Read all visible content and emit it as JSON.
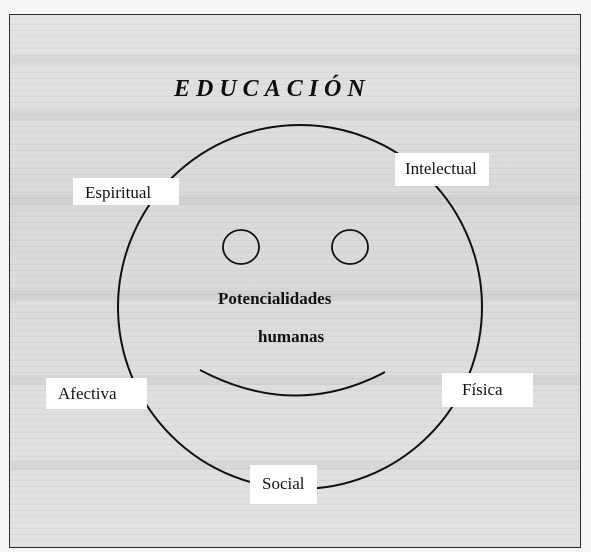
{
  "title": "EDUCACIÓN",
  "center": {
    "line1": "Potencialidades",
    "line2": "humanas"
  },
  "labels": {
    "intelectual": "Intelectual",
    "espiritual": "Espiritual",
    "afectiva": "Afectiva",
    "fisica": "Física",
    "social": "Social"
  }
}
